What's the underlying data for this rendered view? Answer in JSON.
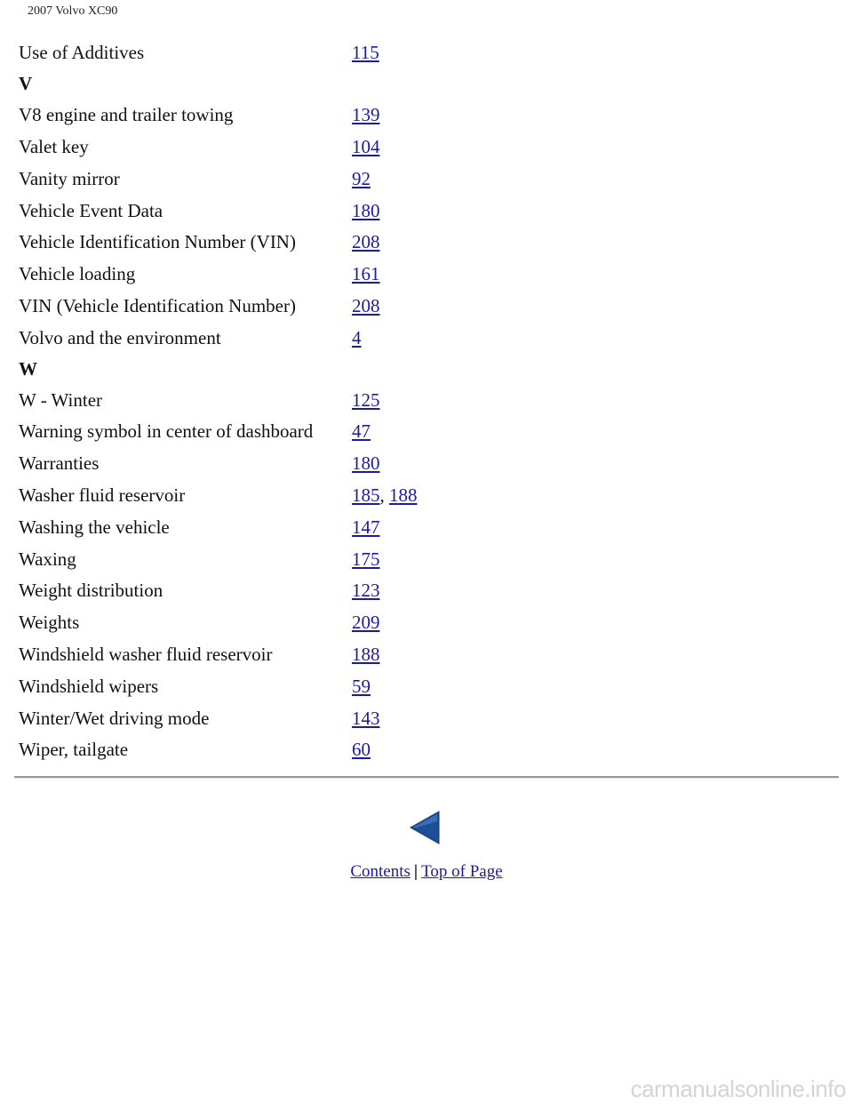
{
  "header": {
    "title": "2007 Volvo XC90"
  },
  "index": [
    {
      "term": "Use of Additives",
      "pages": [
        "115"
      ]
    },
    {
      "letter": "V"
    },
    {
      "term": "V8 engine and trailer towing",
      "pages": [
        "139"
      ]
    },
    {
      "term": "Valet key",
      "pages": [
        "104"
      ]
    },
    {
      "term": "Vanity mirror",
      "pages": [
        "92"
      ]
    },
    {
      "term": "Vehicle Event Data",
      "pages": [
        "180"
      ]
    },
    {
      "term": "Vehicle Identification Number (VIN)",
      "pages": [
        "208"
      ]
    },
    {
      "term": "Vehicle loading",
      "pages": [
        "161"
      ]
    },
    {
      "term": "VIN (Vehicle Identification Number)",
      "pages": [
        "208"
      ]
    },
    {
      "term": "Volvo and the environment",
      "pages": [
        "4"
      ]
    },
    {
      "letter": "W"
    },
    {
      "term": "W - Winter",
      "pages": [
        "125"
      ]
    },
    {
      "term": "Warning symbol in center of dashboard",
      "pages": [
        "47"
      ]
    },
    {
      "term": "Warranties",
      "pages": [
        "180"
      ]
    },
    {
      "term": "Washer fluid reservoir",
      "pages": [
        "185",
        "188"
      ]
    },
    {
      "term": "Washing the vehicle",
      "pages": [
        "147"
      ]
    },
    {
      "term": "Waxing",
      "pages": [
        "175"
      ]
    },
    {
      "term": "Weight distribution",
      "pages": [
        "123"
      ]
    },
    {
      "term": "Weights",
      "pages": [
        "209"
      ]
    },
    {
      "term": "Windshield washer fluid reservoir",
      "pages": [
        "188"
      ]
    },
    {
      "term": "Windshield wipers",
      "pages": [
        "59"
      ]
    },
    {
      "term": "Winter/Wet driving mode",
      "pages": [
        "143"
      ]
    },
    {
      "term": "Wiper, tailgate",
      "pages": [
        "60"
      ]
    }
  ],
  "footer": {
    "back_icon": "left-triangle-arrow",
    "contents_label": "Contents",
    "separator": "|",
    "top_label": "Top of Page"
  },
  "watermark": "carmanualsonline.info",
  "colors": {
    "link": "#1a1aa6",
    "arrow": "#1c4f96"
  }
}
